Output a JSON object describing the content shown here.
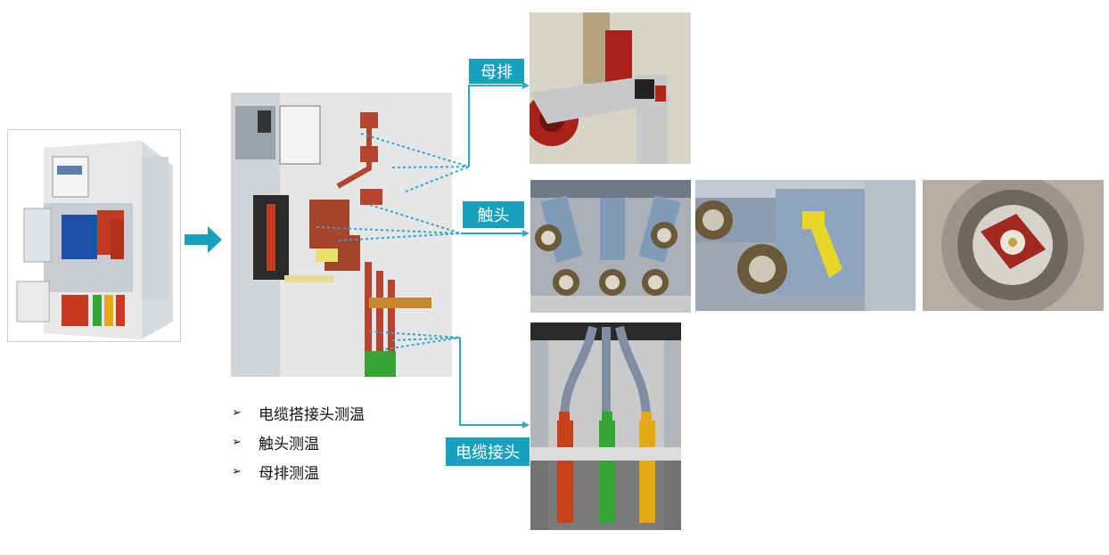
{
  "labels": {
    "busbar": "母排",
    "contact": "触头",
    "cable_joint": "电缆接头"
  },
  "bullets": [
    "电缆搭接头测温",
    "触头测温",
    "母排测温"
  ],
  "bullet_marker": "➢",
  "colors": {
    "accent": "#1aa0bf",
    "phase_a": "#e6a817",
    "phase_b": "#3aa335",
    "phase_c": "#c8401c",
    "copper": "#b4462f"
  }
}
